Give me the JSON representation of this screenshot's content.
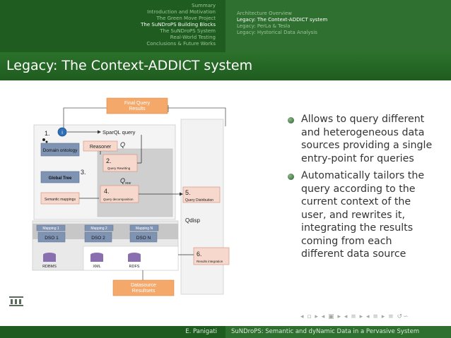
{
  "nav": {
    "sections": [
      {
        "label": "Summary",
        "active": false
      },
      {
        "label": "Introduction and Motivation",
        "active": false
      },
      {
        "label": "The Green Move Project",
        "active": false
      },
      {
        "label": "The SuNDroPS Building Blocks",
        "active": true
      },
      {
        "label": "The SuNDroPS System",
        "active": false
      },
      {
        "label": "Real-World Testing",
        "active": false
      },
      {
        "label": "Conclusions & Future Works",
        "active": false
      }
    ],
    "subsections": [
      {
        "label": "Architecture Overview",
        "active": false
      },
      {
        "label": "Legacy: The Context-ADDICT system",
        "active": true
      },
      {
        "label": "Legacy: PerLa & Tesla",
        "active": false
      },
      {
        "label": "Legacy: Hystorical Data Analysis",
        "active": false
      }
    ]
  },
  "slide": {
    "title": "Legacy: The Context-ADDICT system",
    "bullets": [
      "Allows to query different and heterogeneous data sources providing a single entry-point for queries",
      "Automatically tailors the query according to the current context of the user, and rewrites it, integrating the results coming from each different data source"
    ]
  },
  "diagram": {
    "final_query_results": "Final Query\nResults",
    "step1": "1.",
    "step2": "2.",
    "step3": "3.",
    "step4": "4.",
    "step5": "5.",
    "step6": "6.",
    "sparql_query": "SparQL query",
    "q": "Q",
    "q_rew_main": "Q",
    "q_rew_sub": "rew",
    "q_disp": "Qdisp",
    "domain_ontology": "Domain ontology",
    "reasoner": "Reasoner",
    "query_rewriting": "Query Rewriting",
    "global_tree": "Global Tree",
    "semantic_mappings": "Semantic mappings",
    "query_decomposition": "Query decomposition",
    "query_distribution": "Query Distribution",
    "results_integration": "Results integration",
    "mapping1": "Mapping 1",
    "mapping2": "Mapping 2",
    "mappingN": "Mapping N",
    "dso1": "DSO 1",
    "dso2": "DSO 2",
    "dsoN": "DSO N",
    "rdbms": "RDBMS",
    "xml": "XML",
    "rdfs": "RDFS",
    "datasource_resultsets": "Datasource\nResultsets"
  },
  "footer": {
    "author": "E. Panigati",
    "talk_title": "SuNDroPS: Semantic and dyNamic Data in a Pervasive System"
  },
  "beamer_nav_symbols": "◂ ▫ ▸ ◂ ▣ ▸ ◂ ≡ ▸ ◂ ≡ ▸ ≡ ↺∽"
}
